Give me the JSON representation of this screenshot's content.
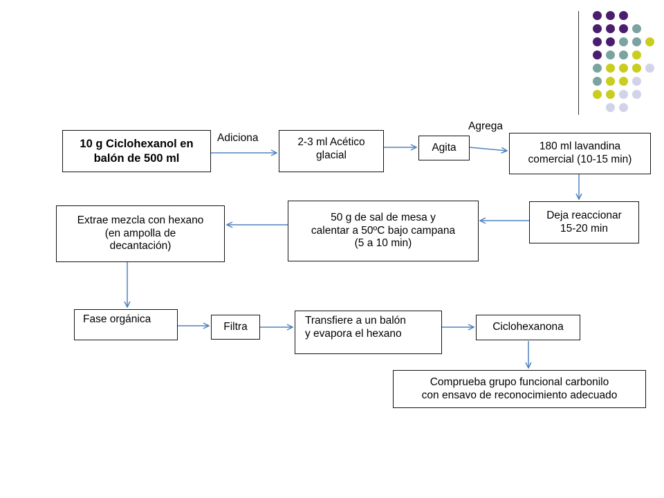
{
  "colors": {
    "purple": "#4b1d6e",
    "teal": "#7aa3a1",
    "olive": "#c9cd1e",
    "lavender": "#d2d3e8",
    "arrow": "#4f81bd"
  },
  "decor_dots": [
    [
      "purple",
      "purple",
      "purple"
    ],
    [
      "purple",
      "purple",
      "purple",
      "teal"
    ],
    [
      "purple",
      "purple",
      "teal",
      "teal",
      "olive"
    ],
    [
      "purple",
      "teal",
      "teal",
      "olive"
    ],
    [
      "teal",
      "olive",
      "olive",
      "olive",
      "lavender"
    ],
    [
      "teal",
      "olive",
      "olive",
      "lavender"
    ],
    [
      "olive",
      "olive",
      "lavender",
      "lavender"
    ],
    [
      "lavender",
      "lavender"
    ]
  ],
  "nodes": {
    "ciclohexanol": "10 g Ciclohexanol en\nbalón de 500 ml",
    "acetico": "2-3 ml Acético\nglacial",
    "agita": "Agita",
    "lavandina": "180 ml lavandina\ncomercial (10-15 min)",
    "reaccionar": "Deja reaccionar\n15-20 min",
    "sal": "50 g de sal de mesa y\ncalentar a 50ºC bajo campana\n(5 a 10 min)",
    "extrae": "Extrae mezcla con hexano\n(en ampolla de\ndecantación)",
    "fase": "Fase orgánica",
    "filtra": "Filtra",
    "transfiere": "Transfiere a un balón\ny evapora el hexano",
    "ciclohexanona": "Ciclohexanona",
    "comprueba": "Comprueba grupo funcional carbonilo\ncon ensavo de reconocimiento adecuado"
  },
  "edge_labels": {
    "adiciona": "Adiciona",
    "agrega": "Agrega"
  }
}
